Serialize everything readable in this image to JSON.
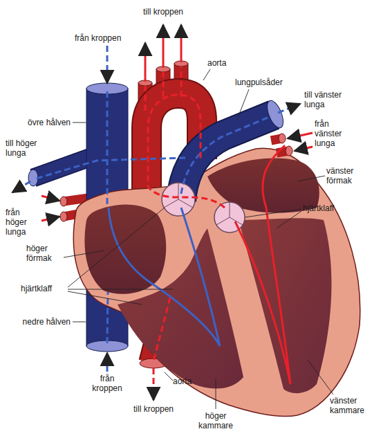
{
  "diagram": {
    "labels": [
      "till kroppen",
      "från kroppen",
      "aorta",
      "lungpulsåder",
      "till vänster lunga",
      "övre hålven",
      "till höger lunga",
      "från vänster lunga",
      "vänster förmak",
      "hjärtklaff",
      "från höger lunga",
      "höger förmak",
      "hjärtklaff",
      "nedre hålven",
      "från kroppen",
      "aorta",
      "till kroppen",
      "höger kammare",
      "vänster kammare"
    ]
  }
}
